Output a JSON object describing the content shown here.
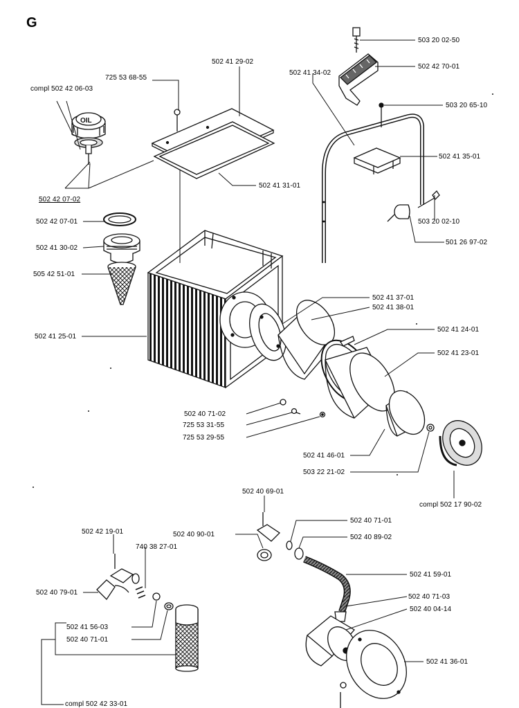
{
  "section_letter": "G",
  "oil_cap_text": "OIL",
  "parts": {
    "p_503_20_02_50": "503 20 02-50",
    "p_502_42_70_01": "502 42 70-01",
    "p_502_41_34_02": "502 41 34-02",
    "p_503_20_65_10": "503 20 65-10",
    "p_502_41_35_01": "502 41 35-01",
    "p_503_20_02_10": "503 20 02-10",
    "p_501_26_97_02": "501 26 97-02",
    "p_502_41_29_02": "502 41 29-02",
    "p_725_53_68_55": "725 53 68-55",
    "p_compl_502_42_06_03": "compl 502 42 06-03",
    "p_502_42_07_02": "502 42 07-02",
    "p_502_41_31_01": "502 41 31-01",
    "p_502_42_07_01": "502 42 07-01",
    "p_502_41_30_02": "502 41 30-02",
    "p_505_42_51_01": "505 42 51-01",
    "p_502_41_25_01": "502 41 25-01",
    "p_502_41_37_01": "502 41 37-01",
    "p_502_41_38_01": "502 41 38-01",
    "p_502_41_24_01": "502 41 24-01",
    "p_502_41_23_01": "502 41 23-01",
    "p_502_40_71_02": "502 40 71-02",
    "p_725_53_31_55": "725 53 31-55",
    "p_725_53_29_55": "725 53 29-55",
    "p_502_41_46_01": "502 41 46-01",
    "p_503_22_21_02": "503 22 21-02",
    "p_compl_502_17_90_02": "compl 502 17 90-02",
    "p_502_40_69_01": "502 40 69-01",
    "p_502_40_90_01": "502 40 90-01",
    "p_502_40_71_01": "502 40 71-01",
    "p_502_40_89_02": "502 40 89-02",
    "p_502_42_19_01": "502 42 19-01",
    "p_740_38_27_01": "740 38 27-01",
    "p_502_41_59_01": "502 41 59-01",
    "p_502_40_79_01": "502 40 79-01",
    "p_502_40_71_03": "502 40 71-03",
    "p_502_40_04_14": "502 40 04-14",
    "p_502_41_56_03": "502 41 56-03",
    "p_502_40_71_01_b": "502 40 71-01",
    "p_502_41_36_01": "502 41 36-01",
    "p_compl_502_42_33_01": "compl 502 42 33-01"
  }
}
